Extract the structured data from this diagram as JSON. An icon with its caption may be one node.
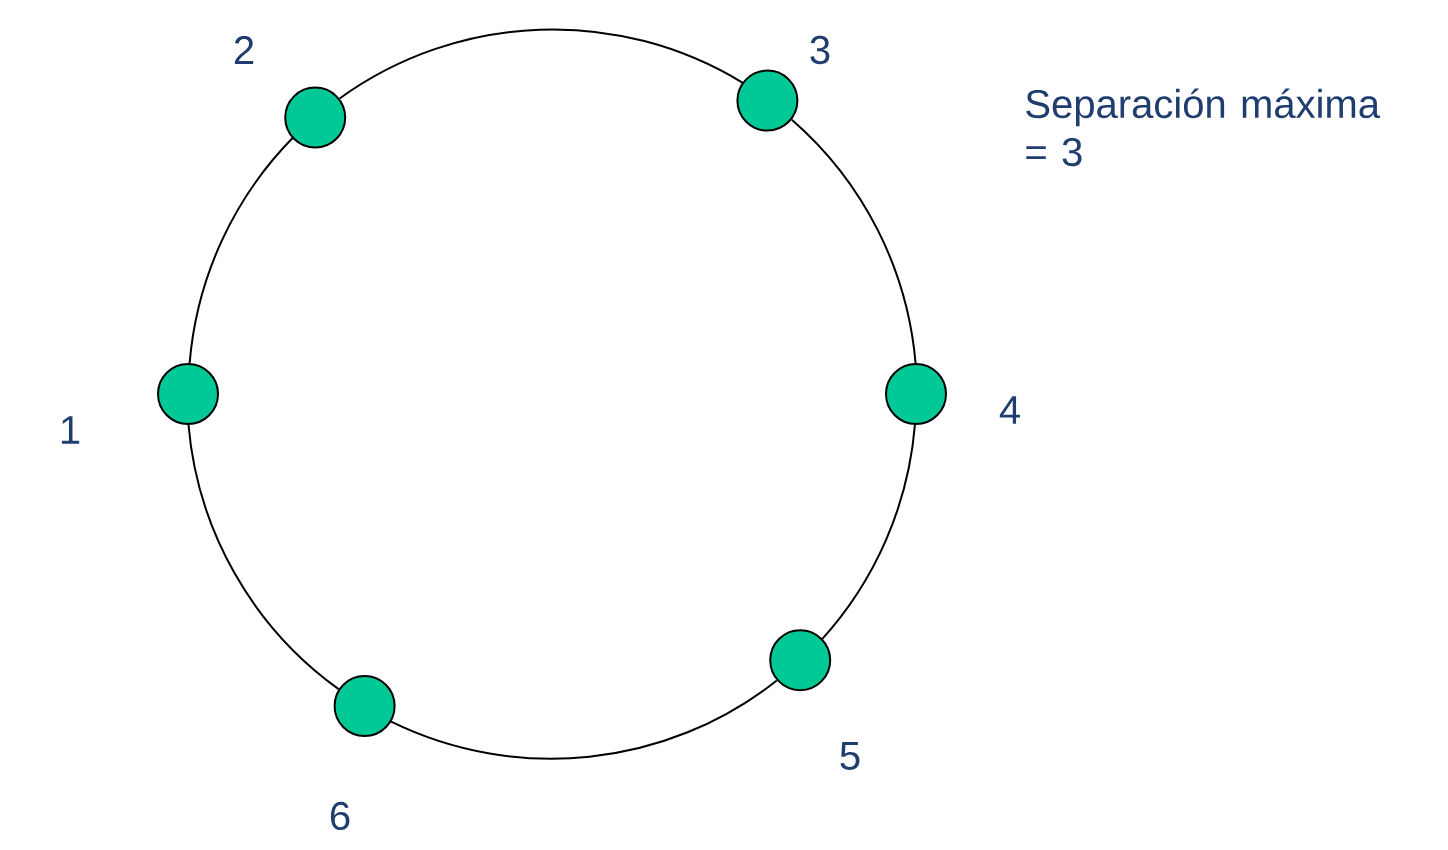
{
  "diagram": {
    "nodes": [
      {
        "text": [],
        "shape": "circle",
        "beside": [
          "1"
        ]
      },
      {
        "text": [],
        "shape": "circle",
        "beside": [
          "2"
        ]
      },
      {
        "text": [],
        "shape": "circle",
        "beside": [
          "3"
        ]
      },
      {
        "text": [],
        "shape": "circle",
        "beside": [
          "4"
        ]
      },
      {
        "text": [],
        "shape": "circle",
        "beside": [
          "5"
        ]
      },
      {
        "text": [],
        "shape": "circle",
        "beside": [
          "6"
        ]
      }
    ],
    "edges": [
      {
        "from": 0,
        "to": 1,
        "arrow": "none"
      },
      {
        "from": 1,
        "to": 2,
        "arrow": "none"
      },
      {
        "from": 2,
        "to": 3,
        "arrow": "none"
      },
      {
        "from": 3,
        "to": 4,
        "arrow": "none"
      },
      {
        "from": 4,
        "to": 5,
        "arrow": "none"
      },
      {
        "from": 5,
        "to": 0,
        "arrow": "none"
      }
    ],
    "labels": [
      "Separación máxima = 3"
    ]
  }
}
